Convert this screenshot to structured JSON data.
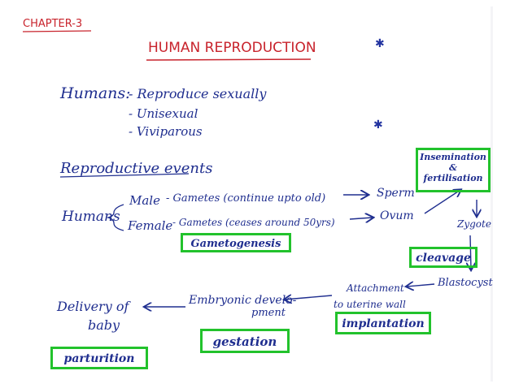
{
  "colors": {
    "heading": "#c8232c",
    "ink": "#1f2e8f",
    "box": "#22c22c"
  },
  "chapter": "CHAPTER-3",
  "title": "HUMAN REPRODUCTION",
  "humans": {
    "label": "Humans:",
    "items": [
      "- Reproduce sexually",
      "- Unisexual",
      "- Viviparous"
    ]
  },
  "events_heading": "Reproductive events",
  "flow": {
    "humans": "Humans",
    "male": "Male",
    "male_gametes": "- Gametes (continue upto old)",
    "sperm": "Sperm",
    "female": "Female",
    "female_gametes": "- Gametes (ceases around 50yrs)",
    "ovum": "Ovum",
    "zygote": "Zygote",
    "blastocyst": "Blastocyst",
    "attachment_line1": "Attachment",
    "attachment_line2": "to uterine wall",
    "embryonic_line1": "Embryonic develo-",
    "embryonic_line2": "pment",
    "delivery_line1": "Delivery of",
    "delivery_line2": "baby"
  },
  "boxes": {
    "insemination_line1": "Insemination",
    "insemination_amp": "&",
    "insemination_line2": "fertilisation",
    "gametogenesis": "Gametogenesis",
    "cleavage": "cleavage",
    "implantation": "implantation",
    "gestation": "gestation",
    "parturition": "parturition"
  },
  "icons": [
    "star-icon",
    "star-icon"
  ]
}
